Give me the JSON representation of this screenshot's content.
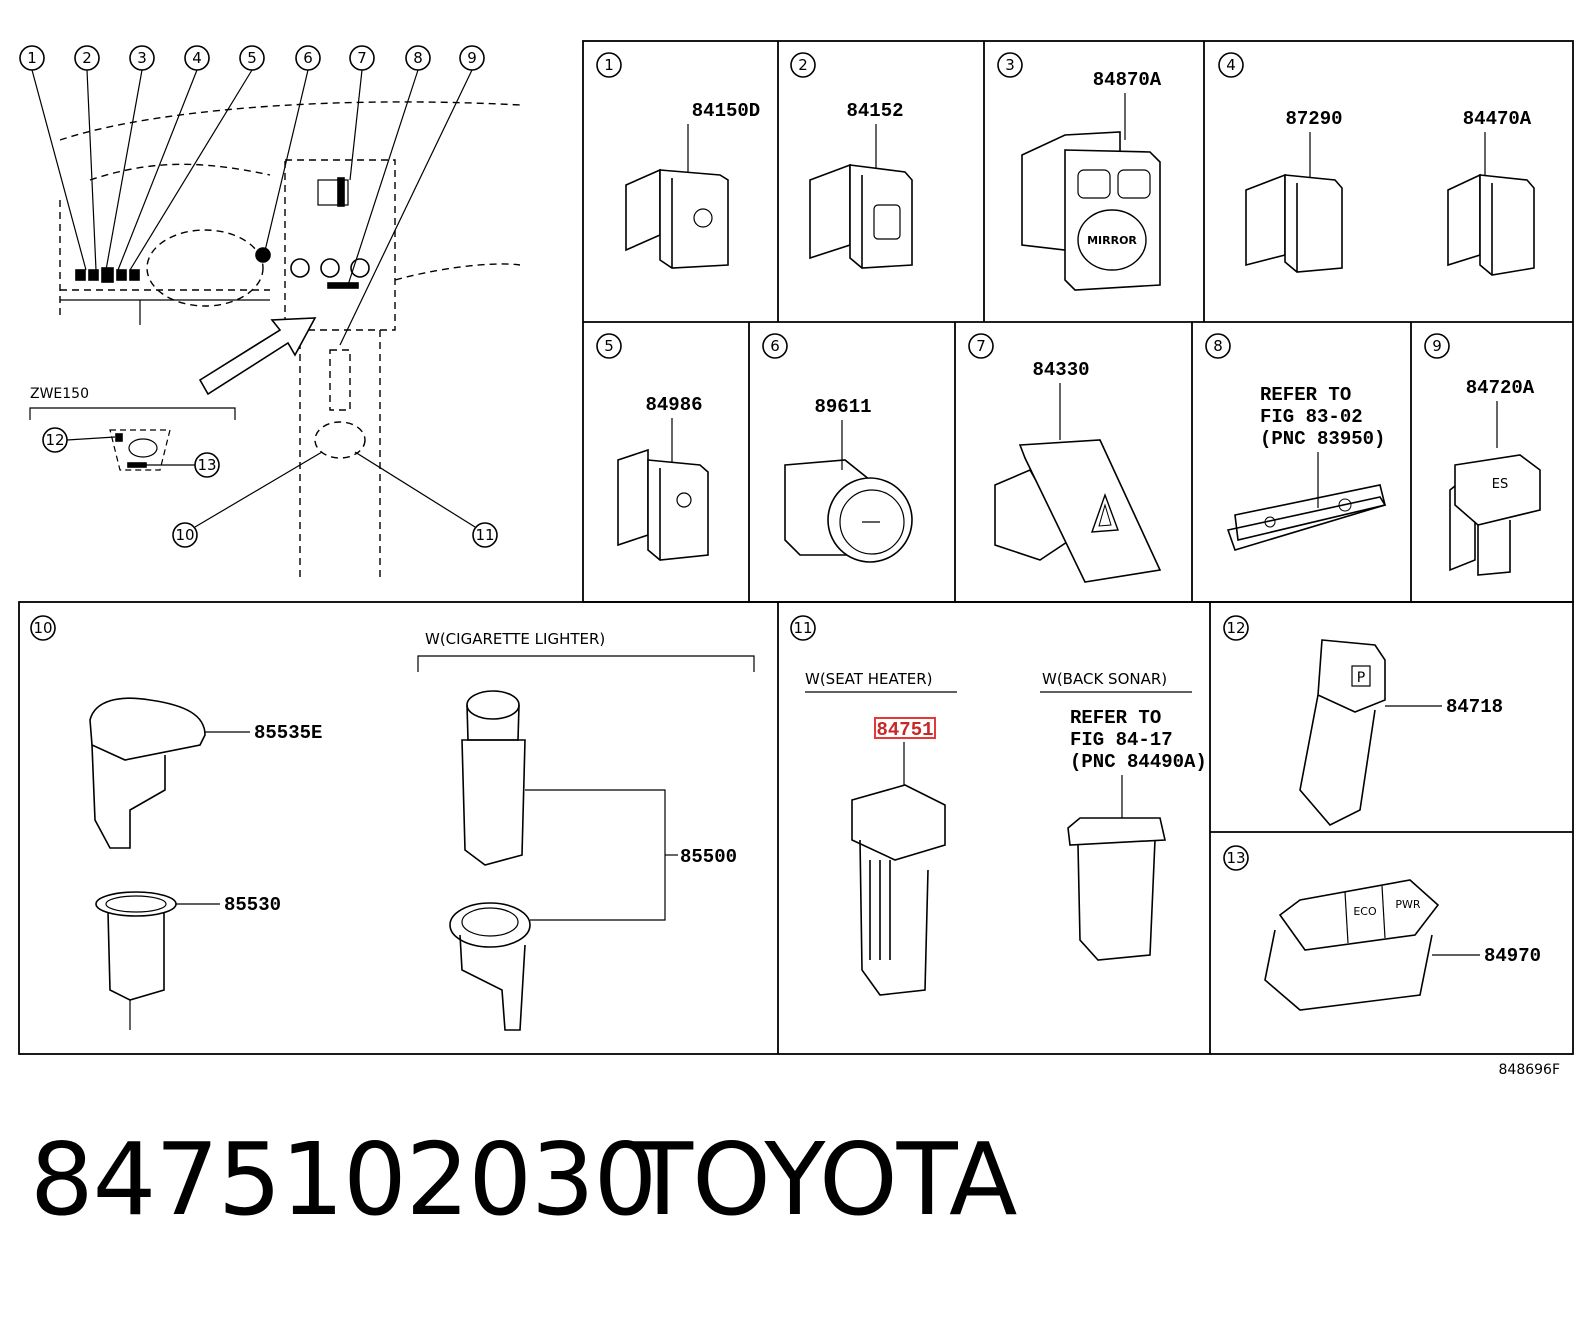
{
  "footer": {
    "part_number": "8475102030",
    "brand": "TOYOTA"
  },
  "figure_code": "848696F",
  "overview": {
    "callouts": [
      "1",
      "2",
      "3",
      "4",
      "5",
      "6",
      "7",
      "8",
      "9",
      "10",
      "11",
      "12",
      "13"
    ],
    "variant_label": "ZWE150"
  },
  "cells": {
    "c1": {
      "num": "1",
      "pnc": "84150D"
    },
    "c2": {
      "num": "2",
      "pnc": "84152"
    },
    "c3": {
      "num": "3",
      "pnc": "84870A",
      "button_label": "MIRROR"
    },
    "c4": {
      "num": "4",
      "pnc_a": "87290",
      "pnc_b": "84470A"
    },
    "c5": {
      "num": "5",
      "pnc": "84986"
    },
    "c6": {
      "num": "6",
      "pnc": "89611"
    },
    "c7": {
      "num": "7",
      "pnc": "84330"
    },
    "c8": {
      "num": "8",
      "ref_line1": "REFER TO",
      "ref_line2": "FIG 83-02",
      "ref_line3": "(PNC 83950)"
    },
    "c9": {
      "num": "9",
      "pnc": "84720A",
      "button_label": "ES"
    },
    "c10": {
      "num": "10",
      "variant": "W(CIGARETTE LIGHTER)",
      "pnc_a": "85535E",
      "pnc_b": "85530",
      "pnc_c": "85500"
    },
    "c11": {
      "num": "11",
      "variant_a": "W(SEAT HEATER)",
      "variant_b": "W(BACK SONAR)",
      "pnc_a": "84751",
      "ref_line1": "REFER TO",
      "ref_line2": "FIG 84-17",
      "ref_line3": "(PNC 84490A)"
    },
    "c12": {
      "num": "12",
      "pnc": "84718",
      "button_label": "P"
    },
    "c13": {
      "num": "13",
      "pnc": "84970",
      "button_a": "ECO",
      "button_b": "PWR"
    }
  }
}
